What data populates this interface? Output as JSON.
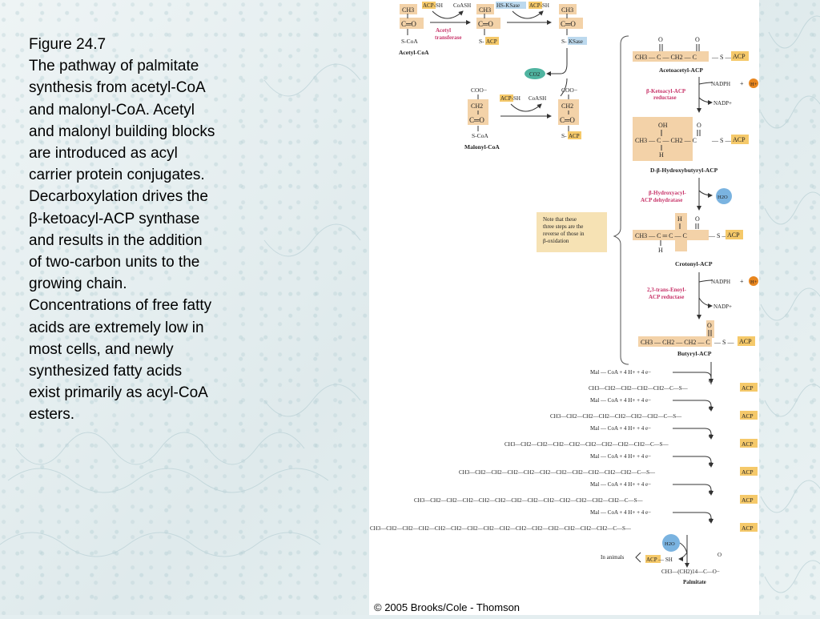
{
  "caption": {
    "figure_label": "Figure 24.7",
    "lines": [
      "The pathway of palmitate",
      "synthesis from acetyl-CoA",
      "and malonyl-CoA. Acetyl",
      "and malonyl building blocks",
      "are introduced as acyl",
      "carrier protein conjugates.",
      "Decarboxylation drives the",
      "β-ketoacyl-ACP synthase",
      "and results in the addition",
      "of two-carbon units to the",
      "growing chain.",
      "Concentrations of free fatty",
      "acids are extremely low in",
      "most cells, and newly",
      "synthesized fatty acids",
      "exist primarily as acyl-CoA",
      "esters."
    ]
  },
  "figure": {
    "reagents": {
      "acp_sh": "ACP-SH",
      "coash": "CoASH",
      "hs_ksase": "HS-KSase",
      "co2": "CO2",
      "nadph": "NADPH",
      "h_plus": "H+",
      "nadp_plus": "NADP+",
      "h2o": "H2O"
    },
    "enzymes": {
      "acetyl_transferase": "Acetyl transferase",
      "ketoacyl_reductase": "β-Ketoacyl-ACP reductase",
      "hydroxyacyl_dehydratase": "β-Hydroxyacyl-ACP dehydratase",
      "enoyl_reductase": "2,3-trans-Enoyl-ACP reductase"
    },
    "compounds": {
      "acetyl_coa": "Acetyl-CoA",
      "malonyl_coa": "Malonyl-CoA",
      "acetoacetyl_acp": "Acetoacetyl-ACP",
      "hydroxybutyryl_acp": "D-β-Hydroxybutyryl-ACP",
      "crotonyl_acp": "Crotonyl-ACP",
      "butyryl_acp": "Butyryl-ACP",
      "palmitate": "Palmitate"
    },
    "note": [
      "Note that these",
      "three steps are the",
      "reverse of those in",
      "β-oxidation"
    ],
    "mal_coa_step": "Mal — CoA + 4 H+ + 4 e−",
    "in_animals": "In animals",
    "acp_sh_product": "ACP — SH",
    "palmitate_formula": "CH3—(CH2)14—C—O−",
    "chain_formulas": [
      "CH3—CH2—CH2—CH2—CH2—C—S—",
      "CH3—CH2—CH2—CH2—CH2—CH2—CH2—C—S—",
      "CH3—CH2—CH2—CH2—CH2—CH2—CH2—CH2—CH2—C—S—",
      "CH3—CH2—CH2—CH2—CH2—CH2—CH2—CH2—CH2—CH2—CH2—C—S—",
      "CH3—CH2—CH2—CH2—CH2—CH2—CH2—CH2—CH2—CH2—CH2—CH2—CH2—C—S—",
      "CH3—CH2—CH2—CH2—CH2—CH2—CH2—CH2—CH2—CH2—CH2—CH2—CH2—CH2—CH2—C—S—"
    ],
    "acp_tag": "ACP"
  },
  "copyright": "© 2005 Brooks/Cole - Thomson",
  "colors": {
    "acp_box": "#f5c96a",
    "acyl_box": "#f3d2a8",
    "enzyme_text": "#c8356a",
    "co2_bubble": "#4fb4a0",
    "h2o_bubble": "#7ab3e0",
    "h_plus": "#e8861f",
    "note_bg": "#f6e2b4"
  }
}
